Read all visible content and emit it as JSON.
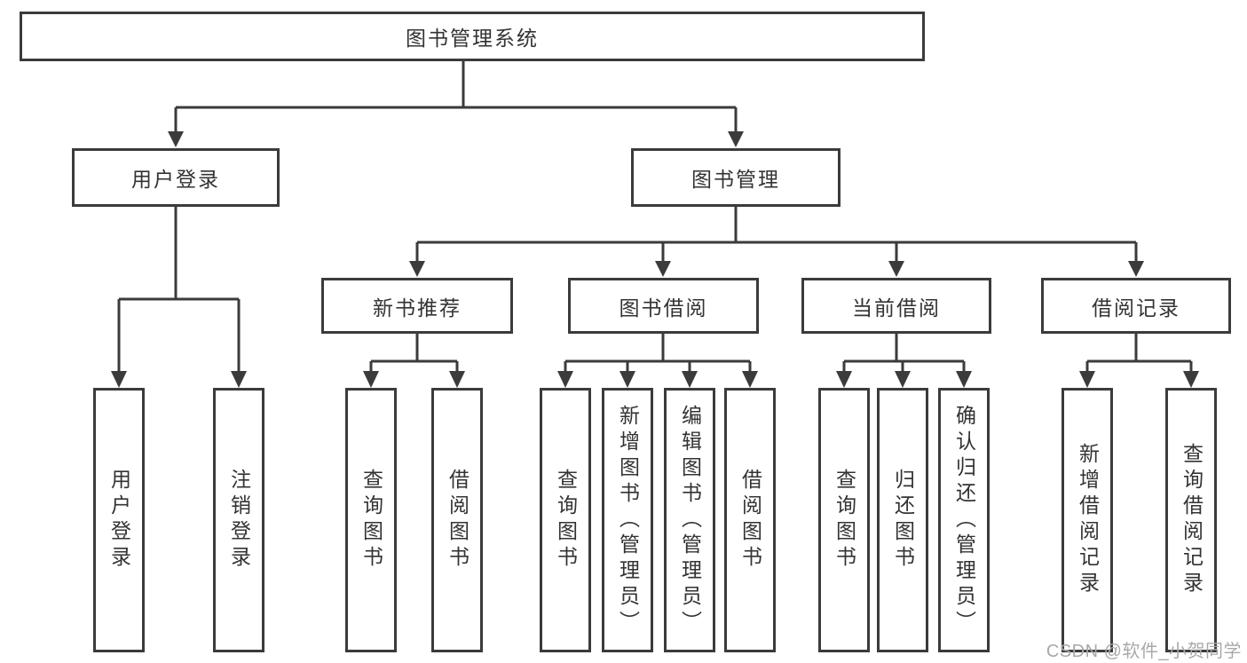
{
  "colors": {
    "line": "#3b3b3b",
    "text": "#333333",
    "watermark_text": "#a9a9a9",
    "background": "#ffffff"
  },
  "tree": {
    "label": "图书管理系统",
    "children": [
      {
        "label": "用户登录",
        "children": [
          {
            "label": "用户登录"
          },
          {
            "label": "注销登录"
          }
        ]
      },
      {
        "label": "图书管理",
        "children": [
          {
            "label": "新书推荐",
            "children": [
              {
                "label": "查询图书"
              },
              {
                "label": "借阅图书"
              }
            ]
          },
          {
            "label": "图书借阅",
            "children": [
              {
                "label": "查询图书"
              },
              {
                "label": "新增图书（管理员）"
              },
              {
                "label": "编辑图书（管理员）"
              },
              {
                "label": "借阅图书"
              }
            ]
          },
          {
            "label": "当前借阅",
            "children": [
              {
                "label": "查询图书"
              },
              {
                "label": "归还图书"
              },
              {
                "label": "确认归还（管理员）"
              }
            ]
          },
          {
            "label": "借阅记录",
            "children": [
              {
                "label": "新增借阅记录"
              },
              {
                "label": "查询借阅记录"
              }
            ]
          }
        ]
      }
    ]
  },
  "watermark": {
    "text": "CSDN @软件_小贺同学"
  }
}
